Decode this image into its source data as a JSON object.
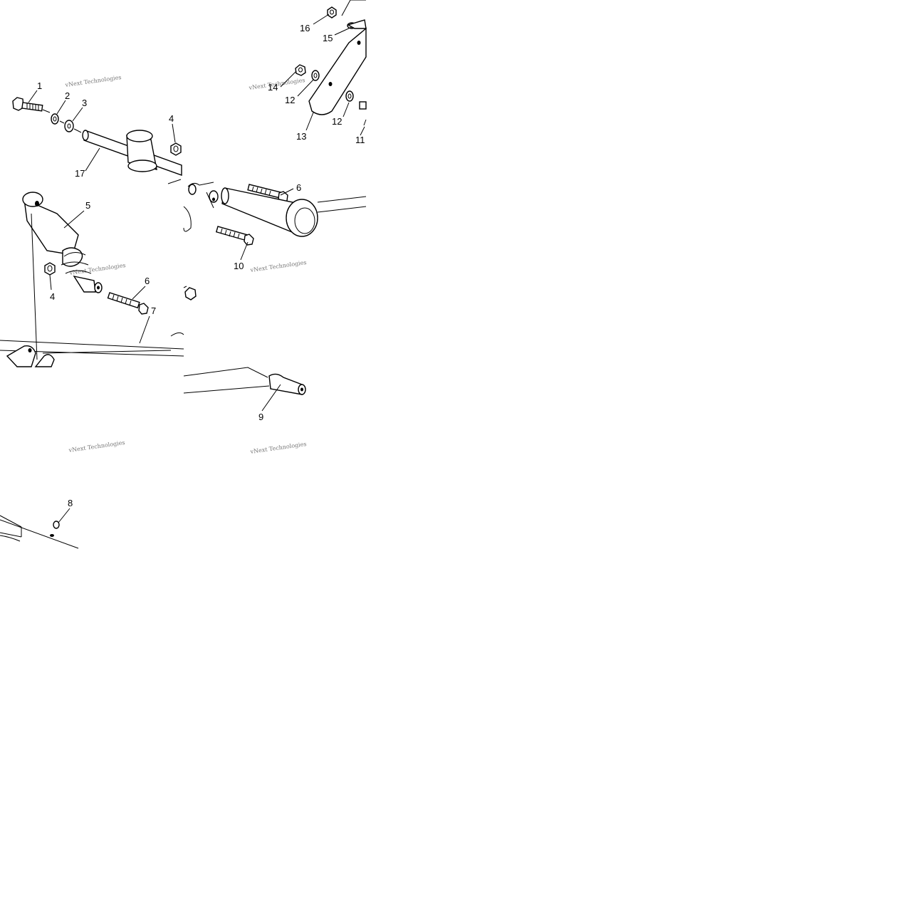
{
  "watermark": {
    "line1": "vNext Technologies"
  },
  "callouts": [
    {
      "id": "c1",
      "label": "1"
    },
    {
      "id": "c2",
      "label": "2"
    },
    {
      "id": "c3",
      "label": "3"
    },
    {
      "id": "c4a",
      "label": "4"
    },
    {
      "id": "c4b",
      "label": "4"
    },
    {
      "id": "c5",
      "label": "5"
    },
    {
      "id": "c6a",
      "label": "6"
    },
    {
      "id": "c6b",
      "label": "6"
    },
    {
      "id": "c7",
      "label": "7"
    },
    {
      "id": "c8",
      "label": "8"
    },
    {
      "id": "c9",
      "label": "9"
    },
    {
      "id": "c10",
      "label": "10"
    },
    {
      "id": "c11",
      "label": "11"
    },
    {
      "id": "c12a",
      "label": "12"
    },
    {
      "id": "c12b",
      "label": "12"
    },
    {
      "id": "c13",
      "label": "13"
    },
    {
      "id": "c14",
      "label": "14"
    },
    {
      "id": "c15",
      "label": "15"
    },
    {
      "id": "c16",
      "label": "16"
    },
    {
      "id": "c17",
      "label": "17"
    }
  ]
}
